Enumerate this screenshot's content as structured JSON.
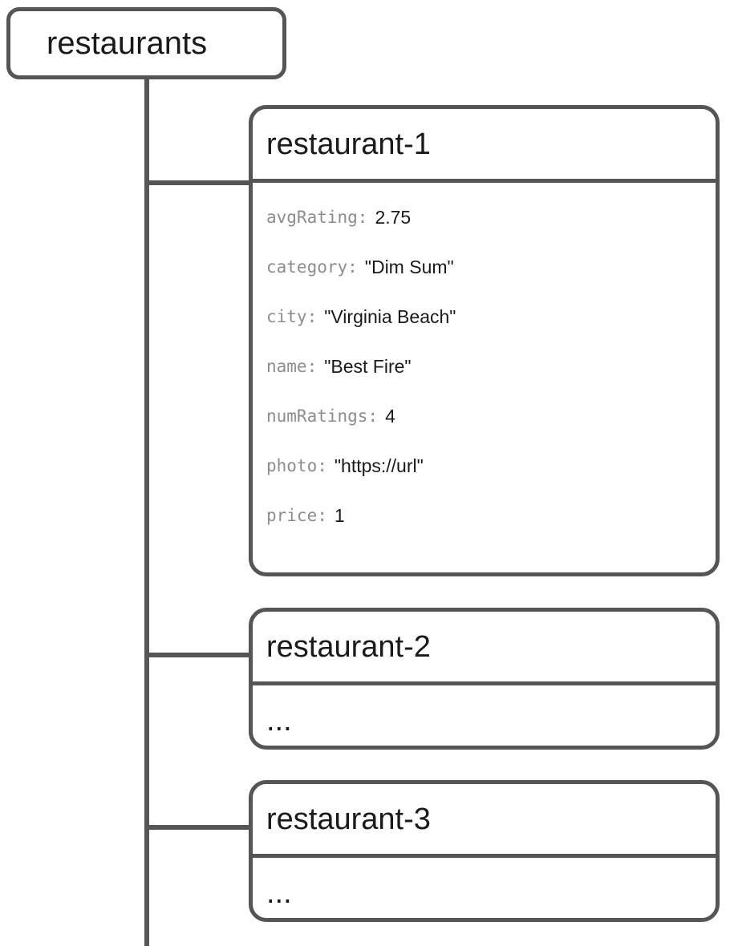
{
  "diagram": {
    "type": "firestore-collection-tree",
    "colors": {
      "line": "#555555",
      "box_border": "#555555",
      "key_text": "#8d8d8d",
      "value_text": "#1a1a1a",
      "background": "#ffffff"
    },
    "root": {
      "label": "restaurants"
    },
    "documents": [
      {
        "id": "restaurant-1",
        "fields": [
          {
            "key": "avgRating:",
            "value": "2.75"
          },
          {
            "key": "category:",
            "value": "\"Dim Sum\""
          },
          {
            "key": "city:",
            "value": "\"Virginia Beach\""
          },
          {
            "key": "name:",
            "value": "\"Best Fire\""
          },
          {
            "key": "numRatings:",
            "value": "4"
          },
          {
            "key": "photo:",
            "value": "\"https://url\""
          },
          {
            "key": "price:",
            "value": "1"
          }
        ],
        "ellipsis": null
      },
      {
        "id": "restaurant-2",
        "fields": [],
        "ellipsis": "..."
      },
      {
        "id": "restaurant-3",
        "fields": [],
        "ellipsis": "..."
      }
    ]
  }
}
